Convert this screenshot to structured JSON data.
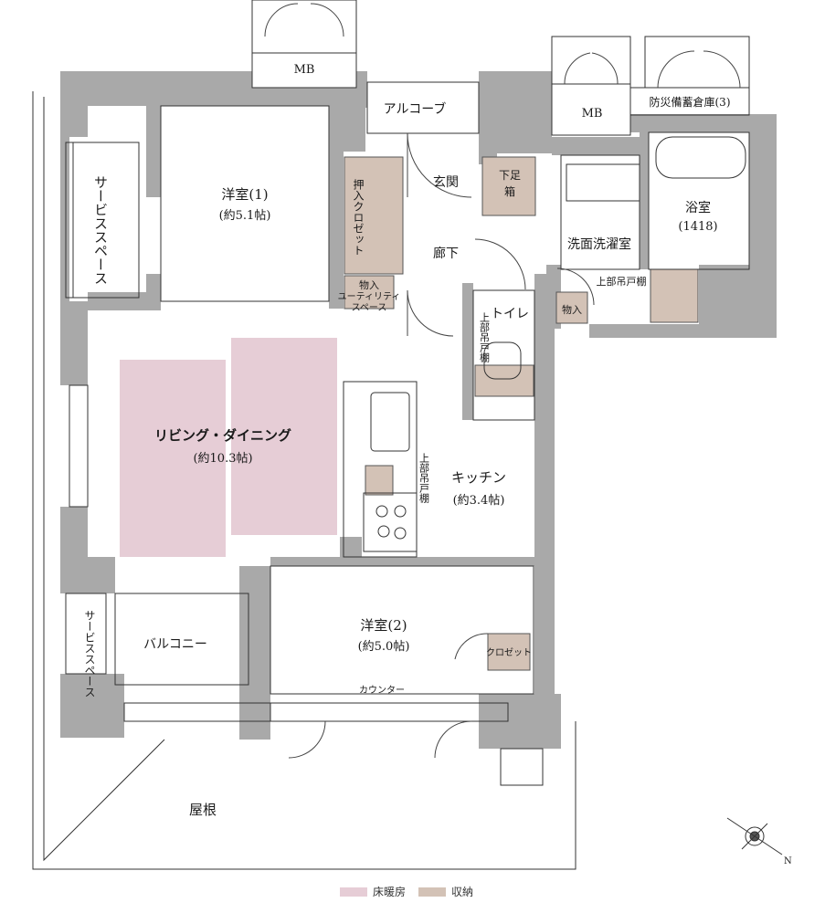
{
  "colors": {
    "wall": "#a9a9a9",
    "floor_heating": "#e6cdd6",
    "storage": "#d3c2b6",
    "line": "#333333"
  },
  "rooms": {
    "western1": {
      "name": "洋室(1)",
      "size": "(約5.1帖)"
    },
    "western2": {
      "name": "洋室(2)",
      "size": "(約5.0帖)"
    },
    "living": {
      "name": "リビング・ダイニング",
      "size": "(約10.3帖)"
    },
    "kitchen": {
      "name": "キッチン",
      "size": "(約3.4帖)"
    },
    "bath": {
      "name": "浴室",
      "size": "(1418)"
    },
    "washroom": "洗面洗濯室",
    "entrance": "玄関",
    "hallway": "廊下",
    "toilet": "トイレ",
    "alcove": "アルコーブ",
    "balcony": "バルコニー",
    "roof": "屋根"
  },
  "labels": {
    "mb_top": "MB",
    "mb_right": "MB",
    "disaster_storage": "防災備蓄倉庫(3)",
    "service_space_upper": "サービススペース",
    "service_space_lower": "サービススペース",
    "oshiire_closet": "押入クロゼット",
    "utility_line1": "物入",
    "utility_line2": "ユーティリティ",
    "utility_line3": "スペース",
    "shoe_box_line1": "下足",
    "shoe_box_line2": "箱",
    "monoire": "物入",
    "upper_cabinet_wash": "上部吊戸棚",
    "upper_cabinet_toilet": "上部吊戸棚",
    "upper_cabinet_kitchen": "上部吊戸棚",
    "closet": "クロゼット",
    "counter": "カウンター"
  },
  "legend": {
    "floor_heating": "床暖房",
    "storage": "収納"
  },
  "compass": "N"
}
